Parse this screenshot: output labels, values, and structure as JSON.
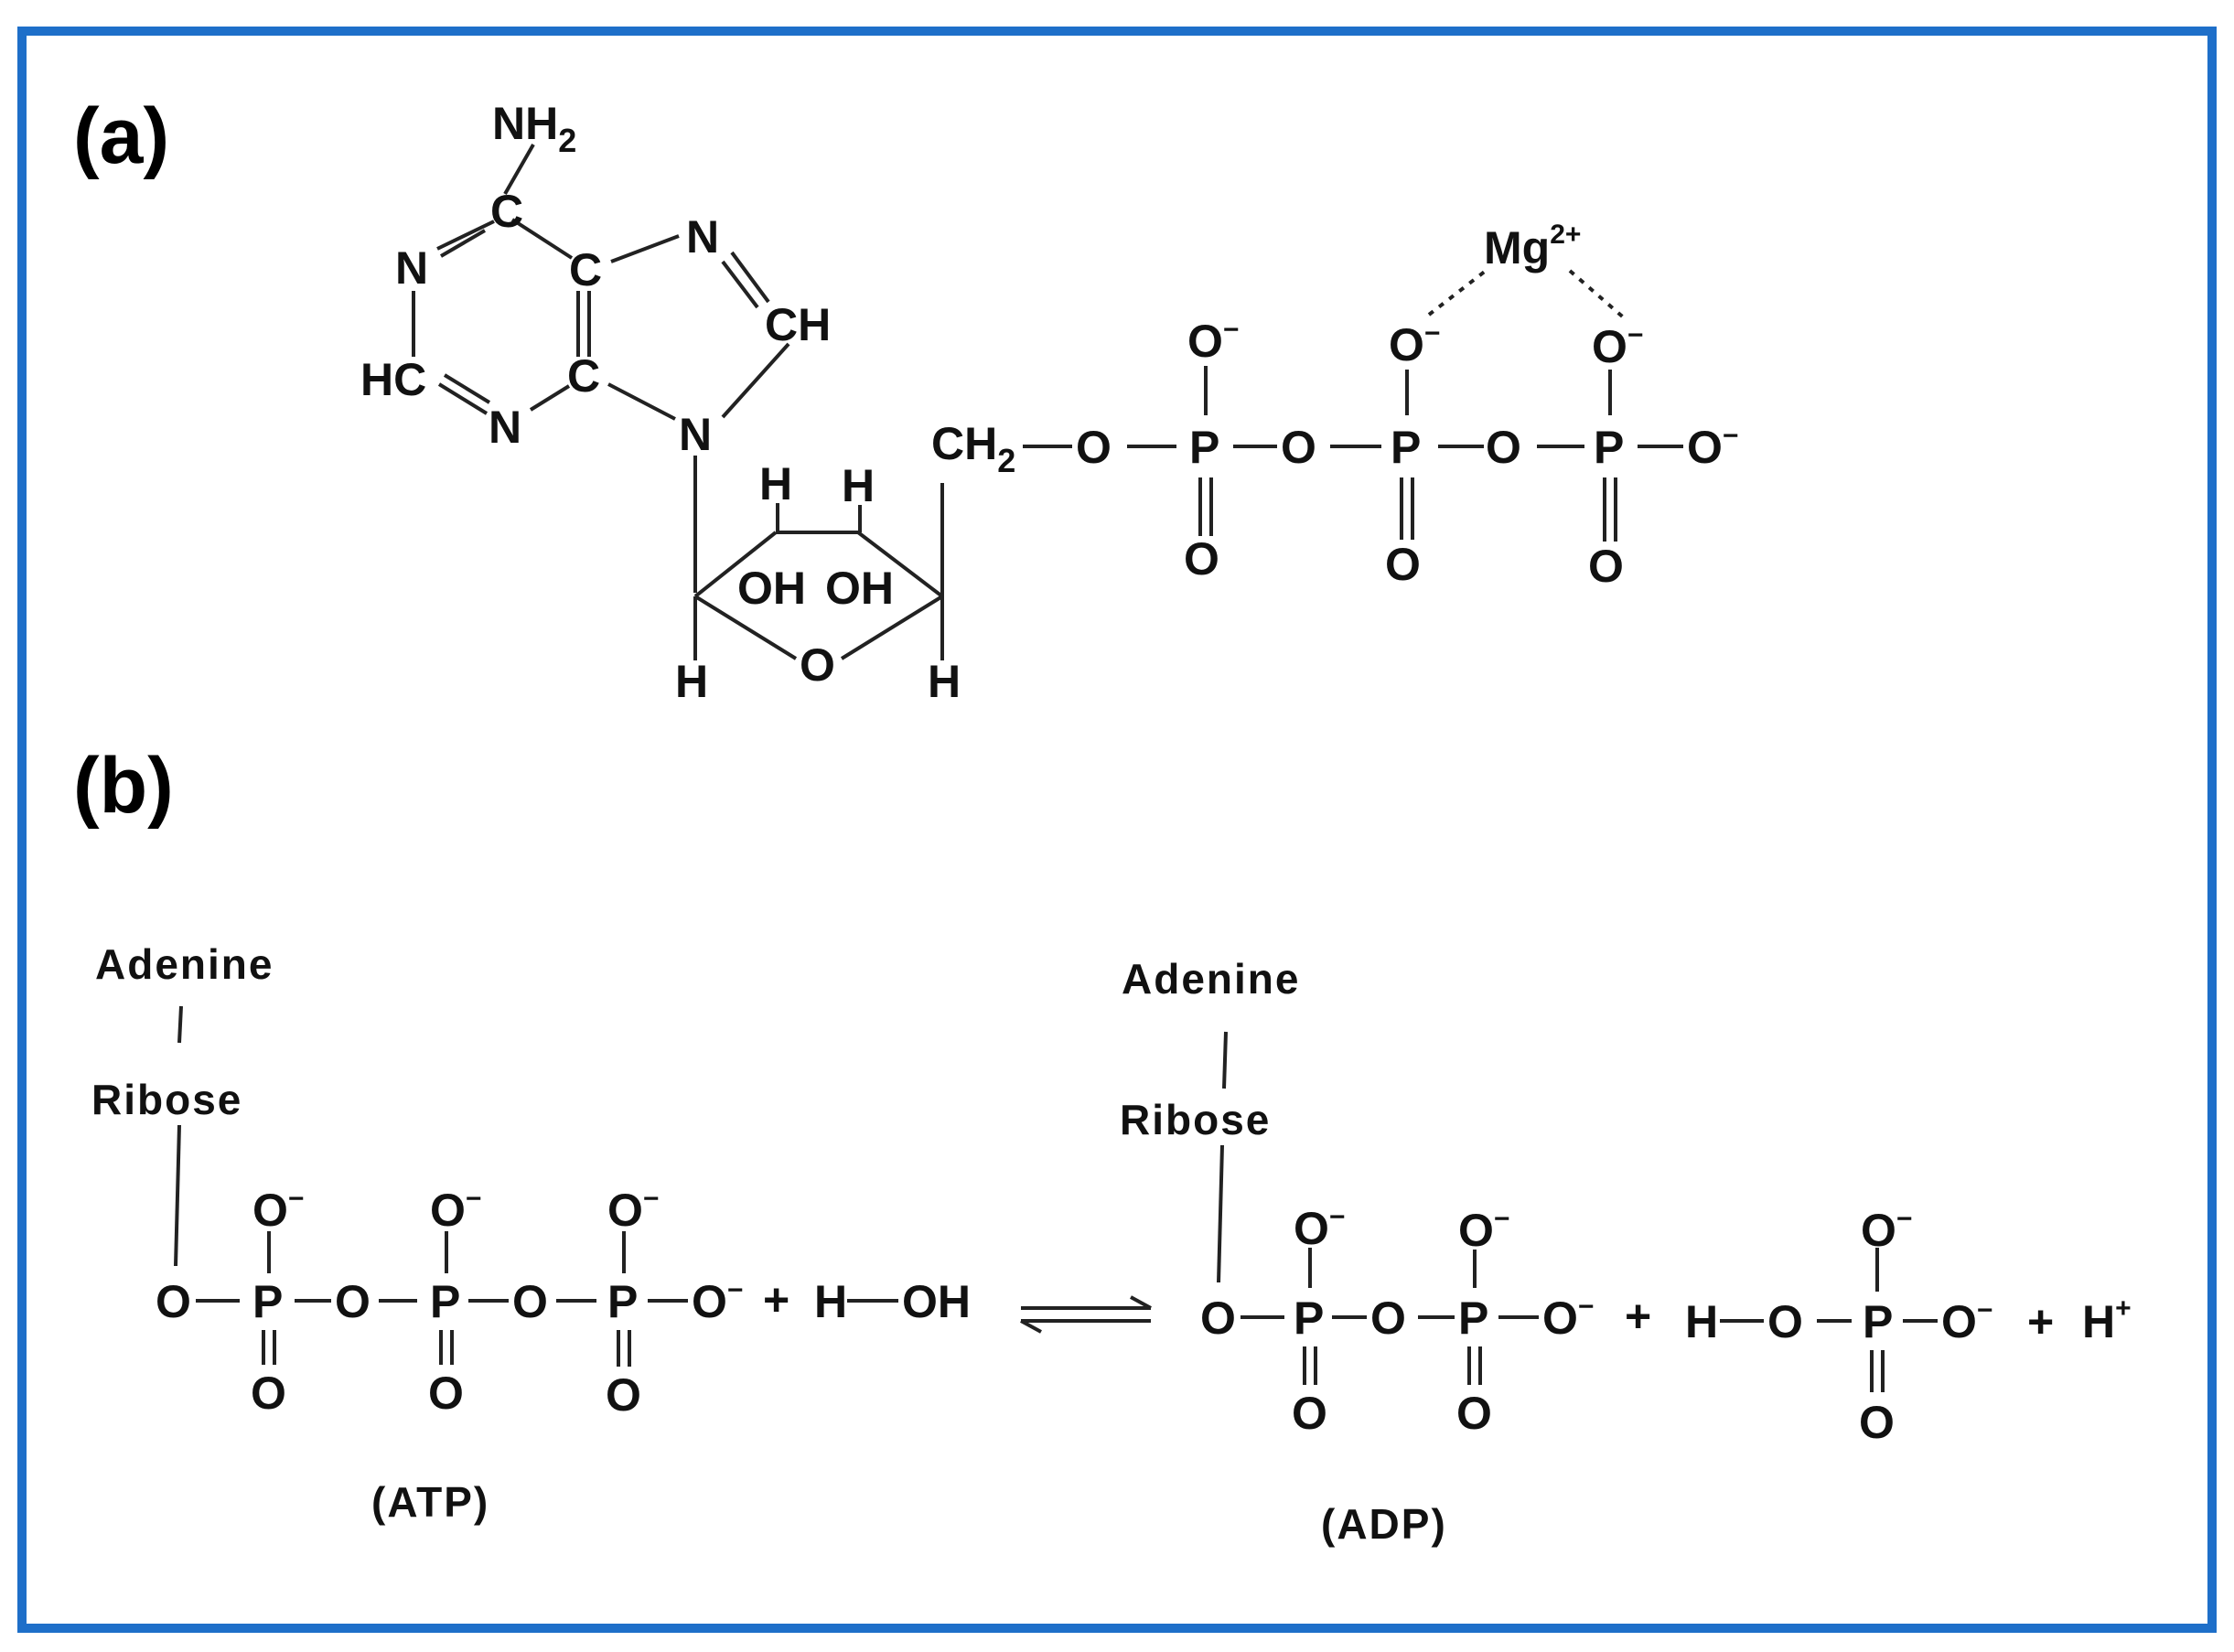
{
  "colors": {
    "frame": "#1e6fc9",
    "ink": "#111111"
  },
  "panel_a": {
    "label": "(a)",
    "atoms": {
      "nh2_n": "NH",
      "nh2_sub": "2",
      "c6": "C",
      "n1": "N",
      "c5": "C",
      "n7": "N",
      "c8h": "CH",
      "hc2": "HC",
      "c4": "C",
      "n3": "N",
      "n9": "N",
      "h1": "H",
      "h2": "H",
      "oh1": "OH",
      "oh2": "OH",
      "o_ring": "O",
      "h_left": "H",
      "h_right": "H",
      "ch2_c": "CH",
      "ch2_sub": "2",
      "o_link1": "O",
      "p1": "P",
      "o_link2": "O",
      "p2": "P",
      "o_link3": "O",
      "p3": "P",
      "o_top1": "O",
      "o_top2": "O",
      "o_top3": "O",
      "o_end": "O",
      "o_bot1": "O",
      "o_bot2": "O",
      "o_bot3": "O",
      "minus": "−",
      "mg": "Mg",
      "mg_charge": "2+"
    }
  },
  "panel_b": {
    "label": "(b)",
    "atp": {
      "adenine": "Adenine",
      "ribose": "Ribose",
      "caption": "(ATP)",
      "o1": "O",
      "p1": "P",
      "o2": "O",
      "p2": "P",
      "o3": "O",
      "p3": "P",
      "o_end": "O",
      "ot1": "O",
      "ot2": "O",
      "ot3": "O",
      "ob1": "O",
      "ob2": "O",
      "ob3": "O"
    },
    "plus1": "+",
    "water": {
      "h": "H",
      "oh": "OH"
    },
    "adp": {
      "adenine": "Adenine",
      "ribose": "Ribose",
      "caption": "(ADP)",
      "o1": "O",
      "p1": "P",
      "o2": "O",
      "p2": "P",
      "o_end": "O",
      "ot1": "O",
      "ot2": "O",
      "ob1": "O",
      "ob2": "O"
    },
    "plus2": "+",
    "phosphate": {
      "h": "H",
      "o1": "O",
      "p": "P",
      "o_end": "O",
      "ot": "O",
      "ob": "O"
    },
    "plus3": "+",
    "proton": {
      "h": "H",
      "charge": "+"
    },
    "minus": "−"
  }
}
